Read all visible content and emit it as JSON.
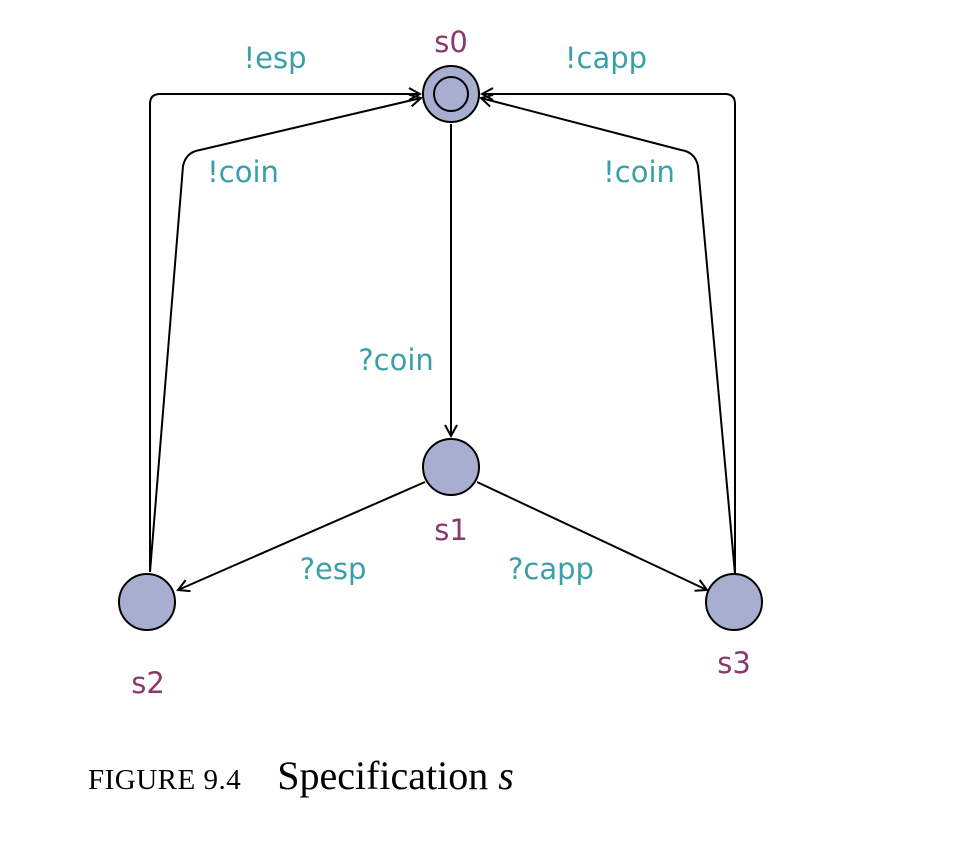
{
  "diagram": {
    "states": {
      "s0": {
        "label": "s0",
        "initial": true
      },
      "s1": {
        "label": "s1"
      },
      "s2": {
        "label": "s2"
      },
      "s3": {
        "label": "s3"
      }
    },
    "edges": [
      {
        "id": "e-s0-s1",
        "from": "s0",
        "to": "s1",
        "label": "?coin"
      },
      {
        "id": "e-s1-s2",
        "from": "s1",
        "to": "s2",
        "label": "?esp"
      },
      {
        "id": "e-s1-s3",
        "from": "s1",
        "to": "s3",
        "label": "?capp"
      },
      {
        "id": "e-s2-s0-esp",
        "from": "s2",
        "to": "s0",
        "label": "!esp"
      },
      {
        "id": "e-s2-s0-coin",
        "from": "s2",
        "to": "s0",
        "label": "!coin"
      },
      {
        "id": "e-s3-s0-capp",
        "from": "s3",
        "to": "s0",
        "label": "!capp"
      },
      {
        "id": "e-s3-s0-coin",
        "from": "s3",
        "to": "s0",
        "label": "!coin"
      }
    ],
    "colors": {
      "node_fill": "#a8aed0",
      "state_label": "#8a3a6a",
      "edge_label": "#3aa0a8"
    }
  },
  "caption": {
    "number": "FIGURE 9.4",
    "text": "Specification",
    "variable": "s"
  }
}
